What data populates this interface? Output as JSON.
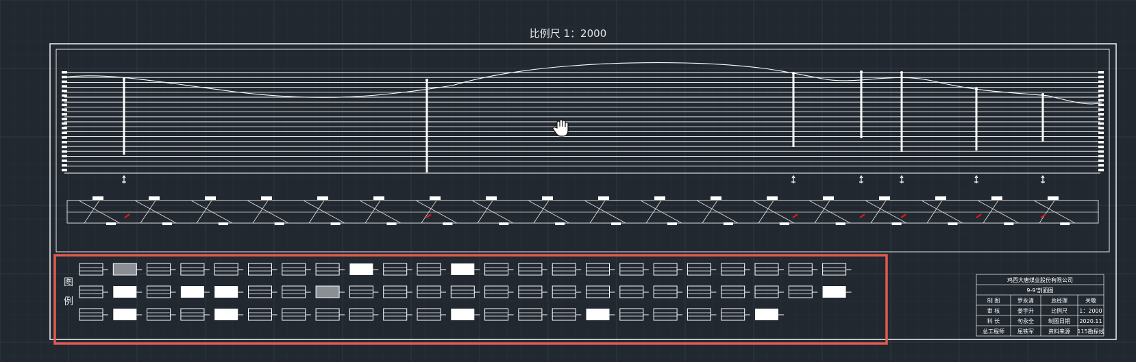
{
  "scale_title": "比例尺 1：2000",
  "legend": {
    "label_line1": "图",
    "label_line2": "例",
    "highlight_color": "#e05a4f"
  },
  "title_block": {
    "company": "鸡西大唐煤业股份有限公司",
    "drawing_name": "9-9'剖面图",
    "rows": [
      [
        "制 图",
        "罗永清",
        "总经理",
        "关敬"
      ],
      [
        "审 核",
        "姜宇升",
        "比例尺",
        "1：2000"
      ],
      [
        "科 长",
        "句永全",
        "制图日期",
        "2020.11"
      ],
      [
        "总工程师",
        "屈铁军",
        "资料来源",
        "115勘探线"
      ]
    ]
  },
  "icons": {
    "cursor": "hand-pan-icon"
  },
  "colors": {
    "background": "#212830",
    "linework": "#ffffff",
    "marker": "#e01b1b"
  }
}
